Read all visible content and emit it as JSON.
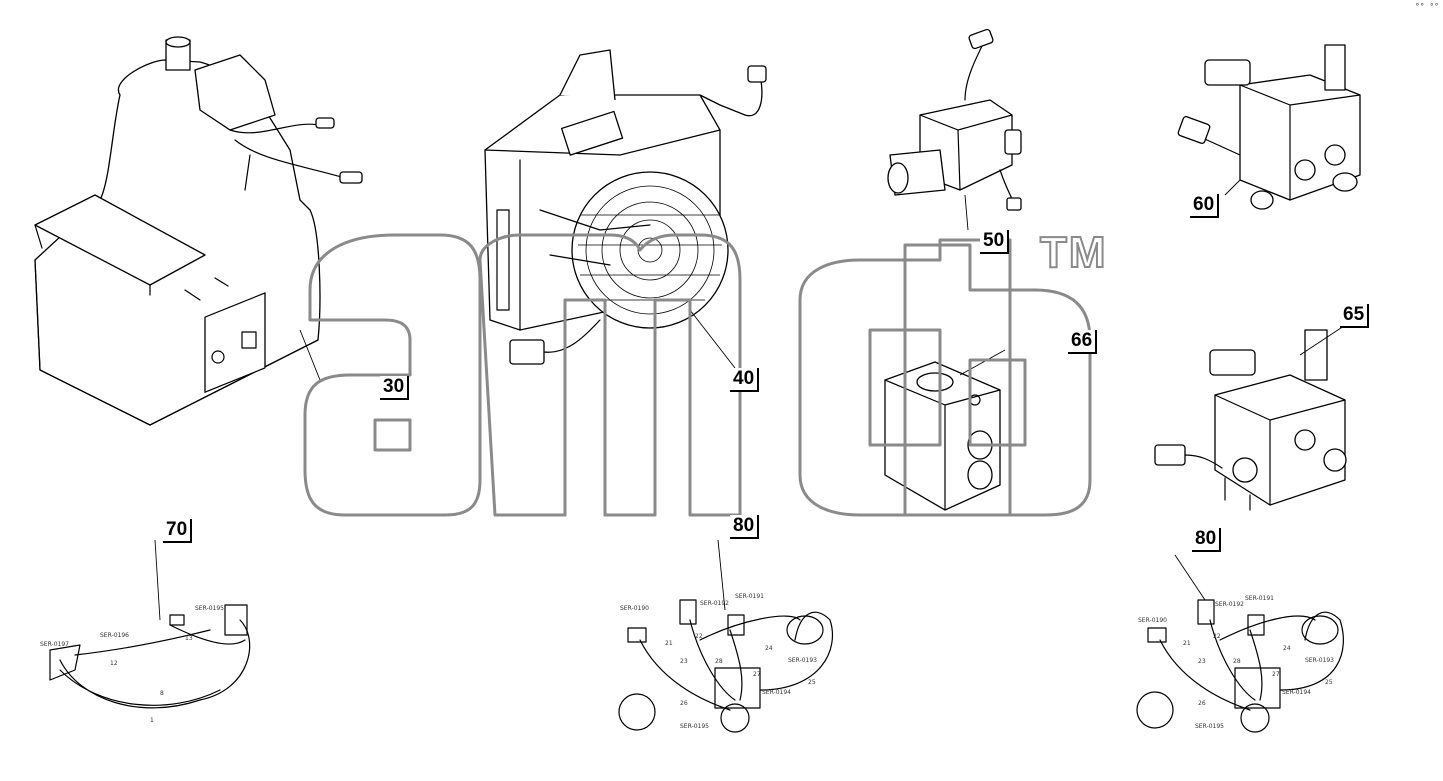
{
  "watermark": {
    "brand_text": "amd",
    "trademark": "TM"
  },
  "corner_mark": "°° °°",
  "callouts": [
    "30",
    "40",
    "50",
    "60",
    "65",
    "66",
    "70",
    "80",
    "80"
  ],
  "harness_labels": {
    "h70": [
      "SER-0195",
      "SER-0196",
      "SER-0197",
      "13",
      "12",
      "8",
      "1"
    ],
    "h80a": [
      "SER-0190",
      "SER-0191",
      "SER-0192",
      "SER-0193",
      "SER-0194",
      "SER-0195",
      "21",
      "22",
      "23",
      "24",
      "25",
      "26",
      "27",
      "28"
    ],
    "h80b": [
      "SER-0190",
      "SER-0191",
      "SER-0192",
      "SER-0193",
      "SER-0194",
      "SER-0195",
      "21",
      "22",
      "23",
      "24",
      "25",
      "26",
      "27",
      "28"
    ]
  },
  "colors": {
    "linework": "#000000",
    "watermark_outline": "#8a8a8a",
    "background": "#ffffff"
  }
}
